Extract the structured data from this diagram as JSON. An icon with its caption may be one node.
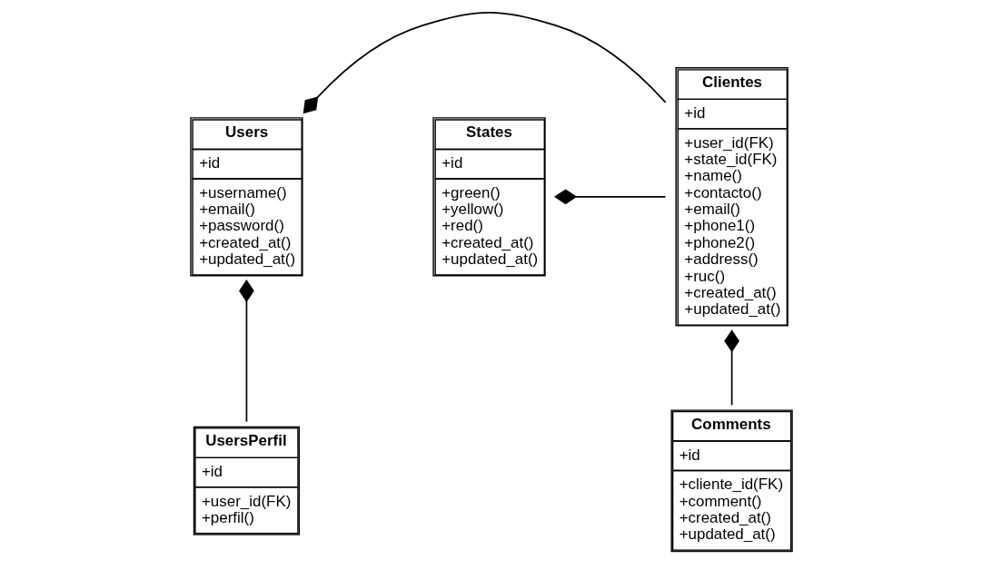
{
  "diagram": {
    "nodes": [
      {
        "text": [
          "Users",
          "+id",
          "+username() +email() +password() +created_at() +updated_at()"
        ]
      },
      {
        "text": [
          "Clientes",
          "+id",
          "+user_id(FK) +state_id(FK) +name() +contacto() +email() +phone1() +phone2() +address() +ruc() +created_at() +updated_at()"
        ]
      },
      {
        "text": [
          "States",
          "+id",
          "+green() +yellow() +red() +created_at() +updated_at()"
        ]
      },
      {
        "text": [
          "UsersPerfil",
          "+id",
          "+user_id(FK) +perfil()"
        ]
      },
      {
        "text": [
          "Comments",
          "+id",
          "+cliente_id(FK) +comment() +created_at() +updated_at()"
        ]
      }
    ],
    "edges": [
      {
        "from": 0,
        "to": 1,
        "arrow": "other"
      },
      {
        "from": 2,
        "to": 1,
        "arrow": "other"
      },
      {
        "from": 0,
        "to": 3,
        "arrow": "other"
      },
      {
        "from": 1,
        "to": 4,
        "arrow": "other"
      }
    ]
  }
}
